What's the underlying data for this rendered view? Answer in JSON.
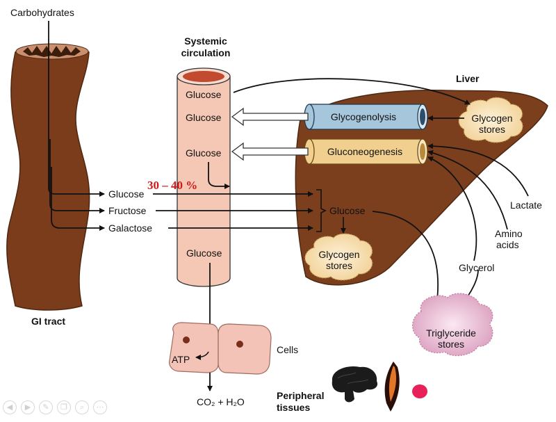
{
  "labels": {
    "carbohydrates": "Carbohydrates",
    "systemic_line1": "Systemic",
    "systemic_line2": "circulation",
    "liver": "Liver",
    "gi_tract": "GI tract",
    "glucose_top": "Glucose",
    "glucose_mid1": "Glucose",
    "glucose_mid2": "Glucose",
    "glucose_low": "Glucose",
    "absorbed_glucose": "Glucose",
    "fructose": "Fructose",
    "galactose": "Galactose",
    "liver_glucose": "Glucose",
    "glycogenolysis": "Glycogenolysis",
    "gluconeogenesis": "Gluconeogenesis",
    "glycogen_stores_liver_1": "Glycogen",
    "glycogen_stores_liver_2": "stores",
    "glycogen_stores_inner_1": "Glycogen",
    "glycogen_stores_inner_2": "stores",
    "lactate": "Lactate",
    "amino_1": "Amino",
    "amino_2": "acids",
    "glycerol": "Glycerol",
    "triglyceride_1": "Triglyceride",
    "triglyceride_2": "stores",
    "cells": "Cells",
    "atp": "ATP",
    "co2_h2o": "CO₂ + H₂O",
    "peripheral_1": "Peripheral",
    "peripheral_2": "tissues"
  },
  "annotation": "30 – 40 %",
  "colors": {
    "gi_tract": "#7a3c1a",
    "liver": "#7b3f1d",
    "vessel": "#f4c8b4",
    "glycogenolysis_tube": "#a6c6dc",
    "gluconeogenesis_tube": "#f1cf8e",
    "glycogen_blob": "#f7dfb5",
    "triglyceride_blob": "#edc4d8",
    "cells": "#f4c3b8",
    "annotation": "#d01818"
  },
  "icons": [
    "brain-icon",
    "muscle-icon",
    "adipose-icon"
  ],
  "player_controls": [
    "prev-icon",
    "play-icon",
    "pen-icon",
    "copy-icon",
    "zoom-icon",
    "more-icon"
  ]
}
